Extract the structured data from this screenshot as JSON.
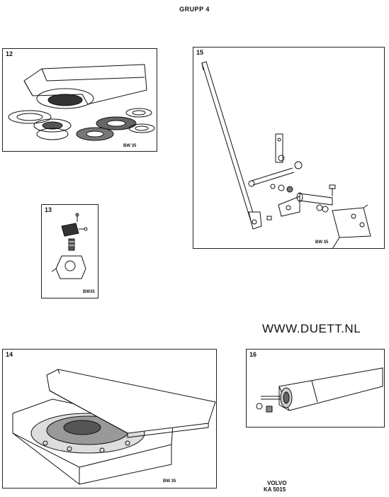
{
  "header": {
    "group": "GRUPP 4"
  },
  "panels": {
    "p12": {
      "number": "12",
      "code": "BW 35"
    },
    "p13": {
      "number": "13",
      "code": "BW35"
    },
    "p14": {
      "number": "14",
      "code": "BW 35"
    },
    "p15": {
      "number": "15",
      "code": "BW 35"
    },
    "p16": {
      "number": "16"
    }
  },
  "watermark": {
    "site": "WWW.DUETT.NL"
  },
  "footer": {
    "brand": "VOLVO",
    "model": "KA 5015"
  }
}
